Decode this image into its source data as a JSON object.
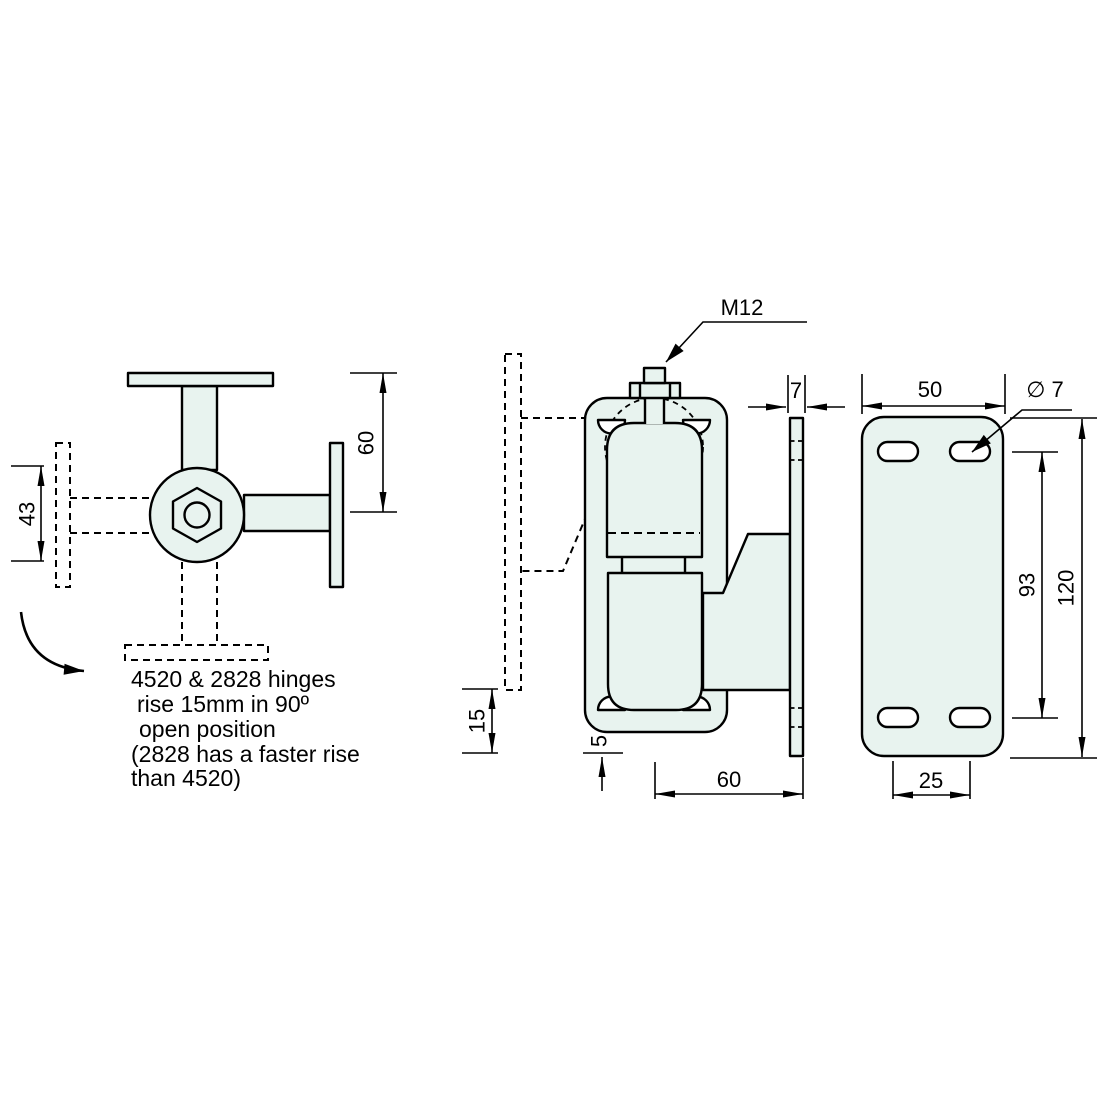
{
  "note": {
    "lines": [
      "4520 & 2828 hinges",
      "rise 15mm in 90º",
      "open position",
      "(2828 has a faster rise",
      "than 4520)"
    ]
  },
  "views": {
    "top_view": {
      "dim_offset": "43",
      "dim_height": "60"
    },
    "side_view": {
      "bolt_label": "M12",
      "dim_plate_thickness": "7",
      "dim_rise": "15",
      "dim_clearance": "5",
      "dim_depth": "60"
    },
    "plate_view": {
      "dim_width": "50",
      "hole_diameter": "∅ 7",
      "dim_hole_spacing_vertical": "93",
      "dim_height": "120",
      "dim_hole_spacing_horizontal": "25"
    }
  },
  "colors": {
    "part_fill": "#e8f3ef",
    "line": "#000000",
    "background": "#ffffff"
  }
}
